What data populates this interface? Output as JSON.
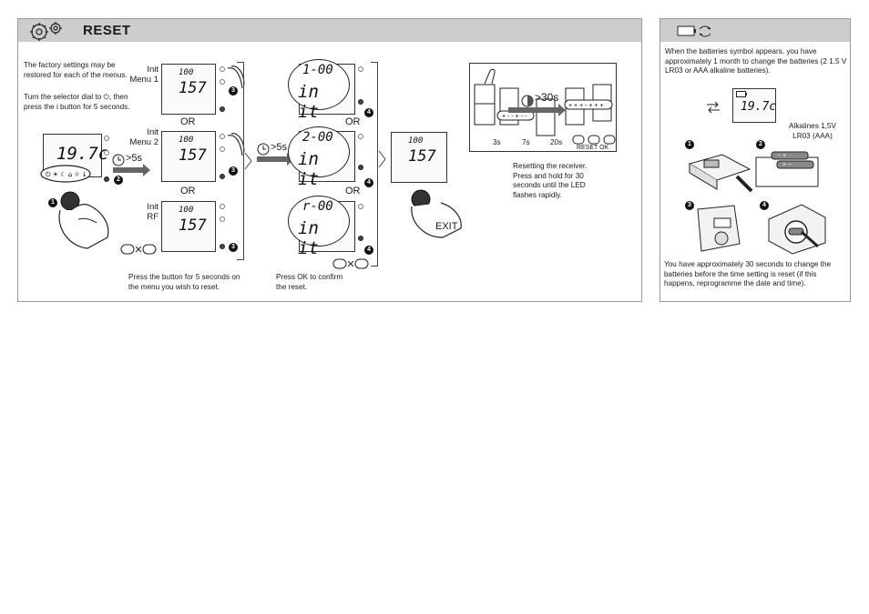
{
  "reset_panel": {
    "title": "RESET",
    "intro1": "The factory settings may be restored for each of the menus.",
    "intro2_a": "Turn the selector dial to",
    "intro2_b": ", then press the i button for 5 seconds.",
    "main_display": "19.7c",
    "labels": {
      "menu1": "Init\nMenu 1",
      "menu2": "Init\nMenu 2",
      "rf": "Init\nRF",
      "or": "OR",
      "hold": ">5s",
      "hold2": ">5s",
      "exit": "EXIT",
      "hold30": ">30s",
      "t3": "3s",
      "t7": "7s",
      "t20": "20s",
      "reset_ok": "RESET OK"
    },
    "lcd": {
      "top": "100",
      "main": "157"
    },
    "bubbles": {
      "b1_top": "1-00",
      "b2_top": "2-00",
      "b3_top": "r-00",
      "bottom": "in it"
    },
    "steps": {
      "s1": "1",
      "s2": "2",
      "s3": "3",
      "s4": "4"
    },
    "caption_press": "Press the button for 5 seconds on the menu you wish to reset.",
    "caption_ok": "Press OK to confirm the reset.",
    "caption_receiver": "Resetting the receiver. Press and hold for 30 seconds until the LED flashes rapidly."
  },
  "battery_panel": {
    "intro": "When the batteries symbol appears. you have approximately 1 month to change the batteries (2 1.5 V LR03 or AAA alkaline batteries).",
    "display": "19.7c",
    "battery_label": "Alkalines 1,5V LR03 (AAA)",
    "outro": "You have approximately 30 seconds to change the batteries before the time setting is reset (if this happens, reprogramme the date and time).",
    "steps": {
      "s1": "1",
      "s2": "2",
      "s3": "3",
      "s4": "4"
    }
  }
}
